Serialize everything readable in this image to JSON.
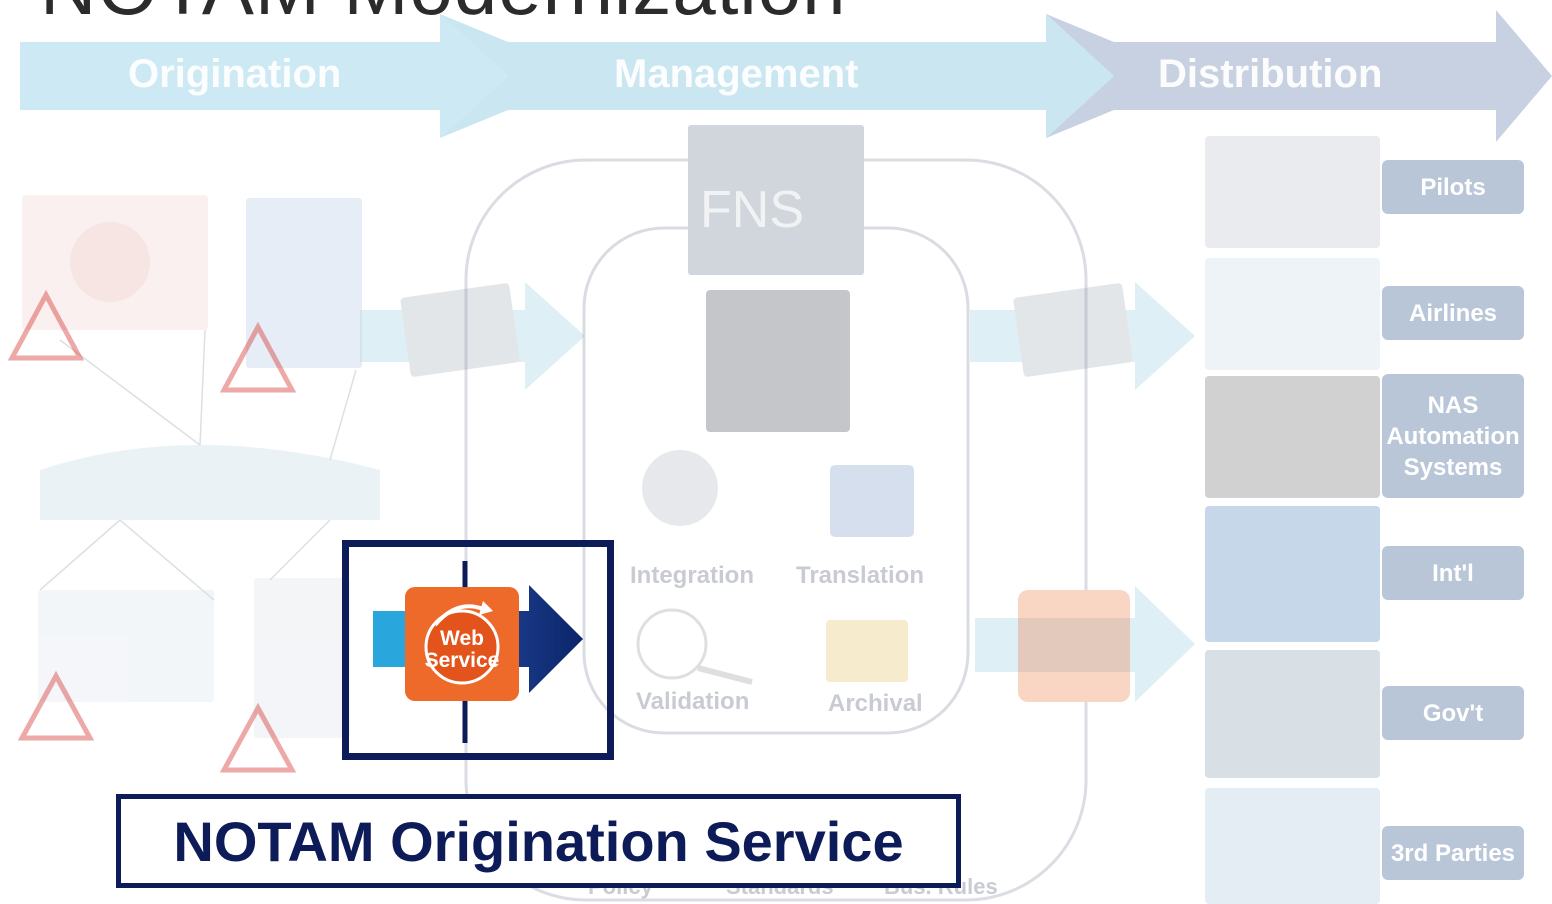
{
  "title": "NOTAM Modernization",
  "stages": [
    "Origination",
    "Management",
    "Distribution"
  ],
  "fns_label": "FNS",
  "management_functions": [
    "Integration",
    "Translation",
    "Validation",
    "Archival"
  ],
  "bottom_items": [
    "Policy",
    "Standards",
    "Bus. Rules"
  ],
  "destinations": [
    {
      "label": "Pilots"
    },
    {
      "label": "Airlines"
    },
    {
      "label": "NAS\nAutomation\nSystems"
    },
    {
      "label": "Int'l"
    },
    {
      "label": "Gov't"
    },
    {
      "label": "3rd Parties"
    }
  ],
  "web_service": {
    "line1": "Web",
    "line2": "Service"
  },
  "caption": "NOTAM Origination Service",
  "colors": {
    "navy": "#0d1c58",
    "orange": "#ed6a2a",
    "arrow_light_blue": "#b8dcec",
    "dest_label_bg": "#b9c6d8"
  }
}
